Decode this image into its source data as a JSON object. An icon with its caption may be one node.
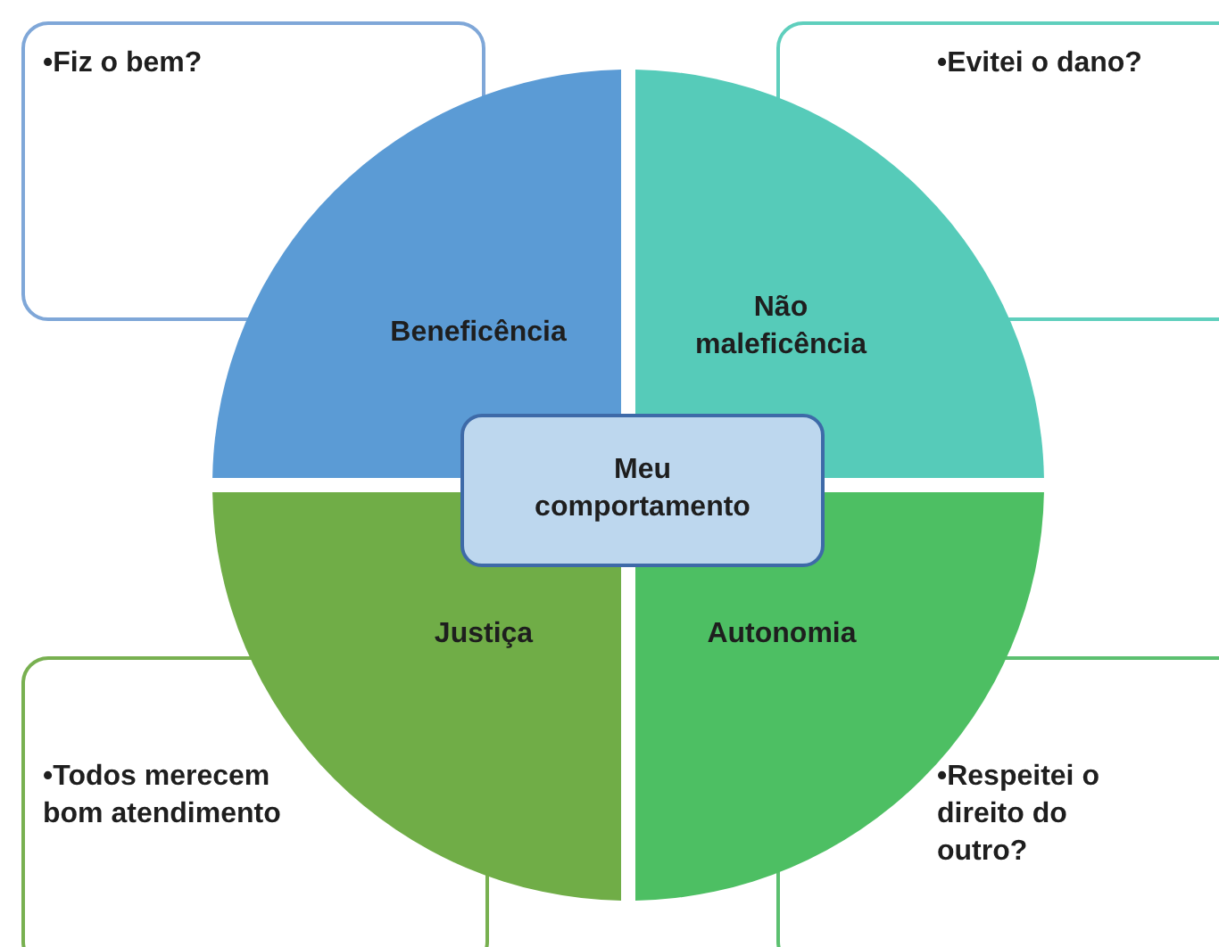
{
  "diagram": {
    "nodes": [
      {
        "text": [
          "•Fiz o bem?"
        ]
      },
      {
        "text": [
          "•Evitei o dano?"
        ]
      },
      {
        "text": [
          "Beneficência"
        ]
      },
      {
        "text": [
          "Não maleficência"
        ]
      },
      {
        "text": [
          "Meu comportamento"
        ]
      },
      {
        "text": [
          "Justiça"
        ]
      },
      {
        "text": [
          "Autonomia"
        ]
      },
      {
        "text": [
          "•Todos merecem bom atendimento"
        ]
      },
      {
        "text": [
          "•Respeitei o direito do outro?"
        ]
      }
    ]
  }
}
